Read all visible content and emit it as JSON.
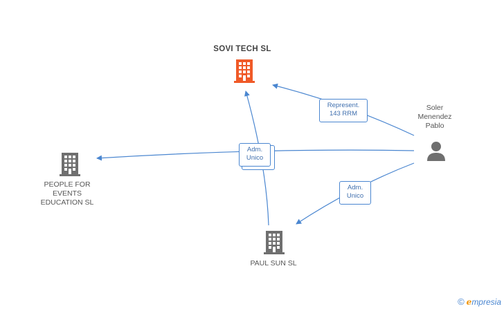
{
  "nodes": {
    "sovitech": {
      "label": "SOVI TECH  SL",
      "icon": "building-icon",
      "color": "#f05a28"
    },
    "people": {
      "label": "PEOPLE FOR\nEVENTS\nEDUCATION  SL",
      "icon": "building-icon",
      "color": "#6f6f6f"
    },
    "paulsun": {
      "label": "PAUL SUN SL",
      "icon": "building-icon",
      "color": "#6f6f6f"
    },
    "person": {
      "label": "Soler\nMenendez\nPablo",
      "icon": "person-icon",
      "color": "#6f6f6f"
    }
  },
  "edges": {
    "represent": {
      "line1": "Represent.",
      "line2": "143 RRM"
    },
    "adm_center": {
      "line1": "Adm.",
      "line2": "Unico"
    },
    "adm_paul": {
      "line1": "Adm.",
      "line2": "Unico"
    }
  },
  "brand": {
    "copyright": "©",
    "e": "e",
    "rest": "mpresia"
  },
  "colors": {
    "edge": "#4a86d0"
  }
}
